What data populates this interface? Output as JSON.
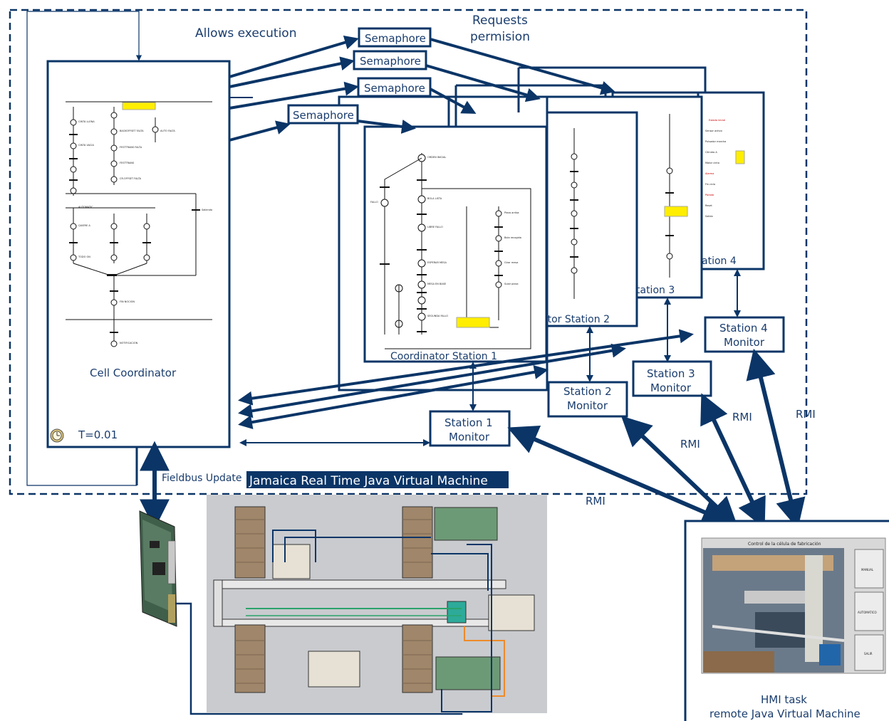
{
  "labels": {
    "allows_execution": "Allows execution",
    "requests_permission_1": "Requests",
    "requests_permission_2": "permision",
    "semaphore_1": "Semaphore",
    "semaphore_2": "Semaphore",
    "semaphore_3": "Semaphore",
    "semaphore_4": "Semaphore",
    "cell_coordinator": "Cell Coordinator",
    "timing": "T=0.01",
    "coordinator_station_1": "Coordinator Station 1",
    "coordinator_station_2_partial": "ator Station 2",
    "station_3_partial": "tation 3",
    "station_4_partial": "ation 4",
    "station_1_monitor_1": "Station 1",
    "station_1_monitor_2": "Monitor",
    "station_2_monitor_1": "Station 2",
    "station_2_monitor_2": "Monitor",
    "station_3_monitor_1": "Station 3",
    "station_3_monitor_2": "Monitor",
    "station_4_monitor_1": "Station 4",
    "station_4_monitor_2": "Monitor",
    "fieldbus_update": "Fieldbus Update",
    "jvm_title": "Jamaica Real Time Java Virtual Machine",
    "rmi_1": "RMI",
    "rmi_2": "RMI",
    "rmi_3": "RMI",
    "rmi_4": "RMI",
    "hmi_task": "HMI task",
    "remote_jvm": "remote Java Virtual Machine",
    "hmi_window_title": "Control de la célula de fabricación",
    "hmi_button_1": "MANUAL",
    "hmi_button_2": "AUTOMATICO",
    "hmi_button_3": "SALIR"
  },
  "colors": {
    "line": "#0b3567",
    "text": "#1a3d6e",
    "jvm_band": "#0b3567",
    "highlight": "#ffee00"
  }
}
